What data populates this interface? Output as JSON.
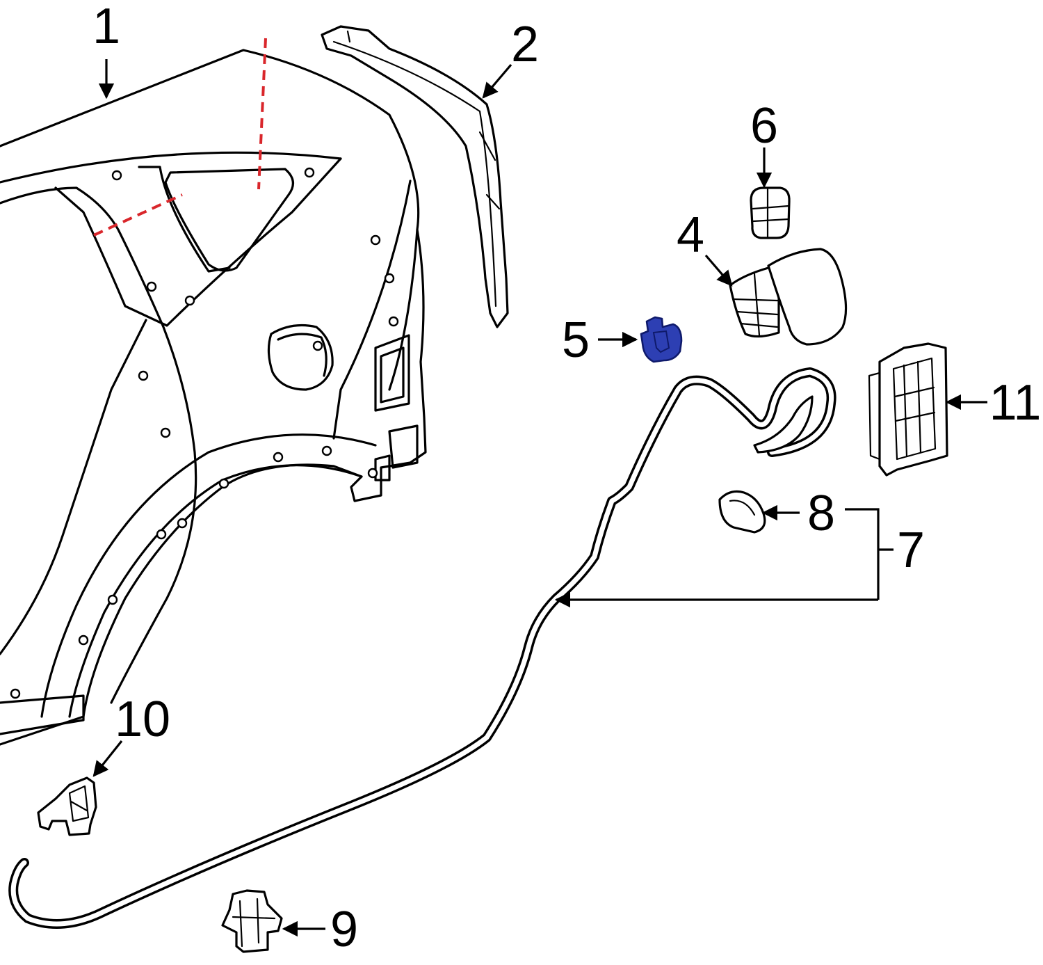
{
  "colors": {
    "line": "#000000",
    "cut_line": "#d9262b",
    "highlight": "#2d3fb3",
    "background": "#ffffff"
  },
  "callouts": {
    "c1": "1",
    "c2": "2",
    "c4": "4",
    "c5": "5",
    "c6": "6",
    "c7": "7",
    "c8": "8",
    "c9": "9",
    "c10": "10",
    "c11": "11"
  },
  "highlighted_part": "5"
}
